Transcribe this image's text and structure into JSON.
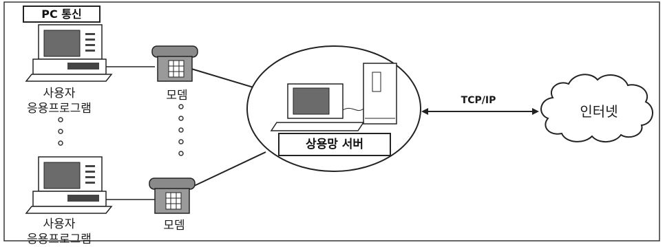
{
  "title_box": "PC 통신",
  "user_labels": [
    "사용자",
    "응용프로그램"
  ],
  "modem_label": "모뎀",
  "server_label": "상용망 서버",
  "protocol_label": "TCP/IP",
  "internet_label": "인터넷"
}
